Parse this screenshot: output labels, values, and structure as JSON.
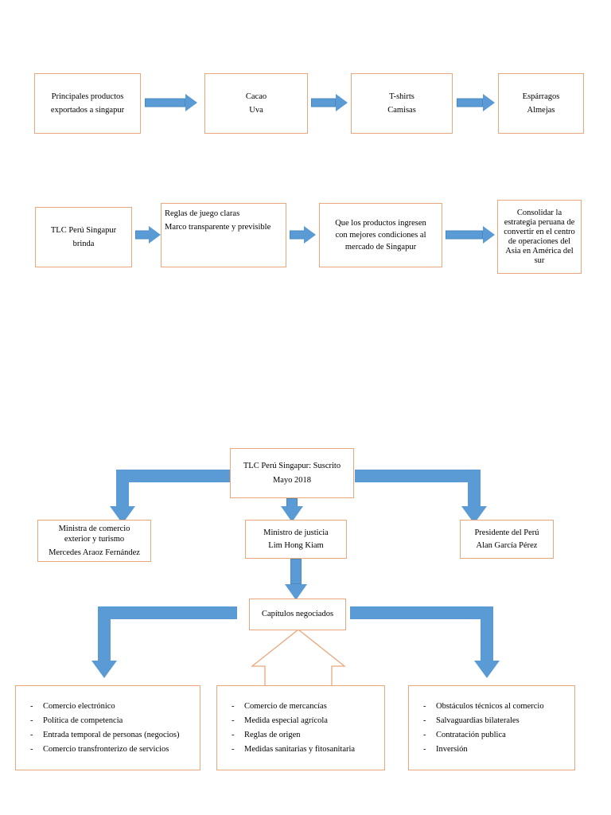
{
  "document": {
    "title": "TLC Perú Singapur - Diagramas de flujo",
    "accent_border": "#E8A87C",
    "arrow_fill": "#5B9BD5",
    "background": "#ffffff"
  },
  "flow_exportaciones": {
    "name": "Principales productos exportados",
    "nodes": [
      {
        "lines": [
          "Principales productos",
          "exportados a singapur"
        ]
      },
      {
        "lines": [
          "Cacao",
          "Uva"
        ]
      },
      {
        "lines": [
          "T-shirts",
          "Camisas"
        ]
      },
      {
        "lines": [
          "Espárragos",
          "Almejas"
        ]
      }
    ],
    "arrow_count": 3
  },
  "flow_beneficios": {
    "name": "TLC Perú Singapur brinda",
    "nodes": [
      {
        "lines": [
          "TLC  Perú Singapur",
          "brinda"
        ]
      },
      {
        "lines": [
          "Reglas de juego claras",
          "Marco transparente y previsible"
        ]
      },
      {
        "lines": [
          "Que  los productos ingresen",
          "con mejores condiciones al",
          "mercado de Singapur"
        ]
      },
      {
        "lines": [
          "Consolidar la",
          "estrategia peruana de",
          "convertir en el centro",
          "de operaciones del",
          "Asia en América del",
          "sur"
        ]
      }
    ],
    "arrow_count": 3
  },
  "org_chart": {
    "root": {
      "lines": [
        "TLC  Perú Singapur: Suscrito",
        "Mayo 2018"
      ]
    },
    "officials": [
      {
        "role": "Ministra de comercio exterior y turismo",
        "lines": [
          "Ministra de comercio",
          "exterior y turismo",
          "Mercedes Araoz Fernández"
        ]
      },
      {
        "role": "Ministro de justicia",
        "lines": [
          "Ministro de justicia",
          "Lim Hong Kiam"
        ]
      },
      {
        "role": "Presidente del Perú",
        "lines": [
          "Presidente del Perú",
          "Alan García Pérez"
        ]
      }
    ],
    "chapters_node": {
      "lines": [
        "Capítulos negociados"
      ]
    },
    "chapter_groups": [
      {
        "name": "grupo-izquierdo",
        "items": [
          "Comercio electrónico",
          "Política de competencia",
          "Entrada temporal de personas (negocios)",
          "Comercio transfronterizo de servicios"
        ]
      },
      {
        "name": "grupo-central",
        "items": [
          "Comercio de mercancías",
          "Medida especial agrícola",
          "Reglas de origen",
          "Medidas sanitarias y fitosanitaria"
        ]
      },
      {
        "name": "grupo-derecho",
        "items": [
          "Obstáculos técnicos al comercio",
          "Salvaguardias bilaterales",
          "Contratación publica",
          "Inversión"
        ]
      }
    ],
    "bullet_dash": "-"
  }
}
